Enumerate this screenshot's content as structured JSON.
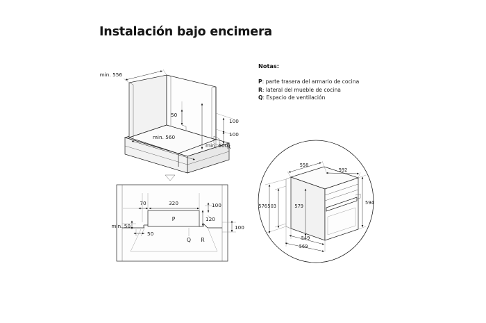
{
  "page": {
    "title": "Instalación bajo encimera",
    "background_color": "#ffffff",
    "line_color": "#1e1e1e"
  },
  "notes": {
    "heading": "Notas:",
    "items": [
      {
        "key": "P",
        "text": ": parte trasera del armario de cocina"
      },
      {
        "key": "R",
        "text": ": lateral del mueble de cocina"
      },
      {
        "key": "Q",
        "text": ": Espacio de ventilación"
      }
    ]
  },
  "diagrams": {
    "cabinet_iso": {
      "name": "Cabinet niche isometric view",
      "dimensions": {
        "depth_min": "min. 556",
        "width_min": "min. 560",
        "height_min": "min. 600",
        "gap_top": "50",
        "vent_upper": "100",
        "vent_lower": "100",
        "side_label": "R"
      }
    },
    "cabinet_section": {
      "name": "Cabinet rear section view",
      "dimensions": {
        "left_offset": "70",
        "panel_width": "320",
        "panel_height": "120",
        "side_clearance_min": "min. 50",
        "base_offset": "50",
        "vent_right_top": "100",
        "vent_right_bottom": "100"
      },
      "labels": {
        "rear_panel": "P",
        "ventilation": "Q",
        "cabinet_side": "R"
      }
    },
    "oven_detail": {
      "name": "Oven unit detail in circular callout",
      "dimensions": {
        "top_depth": "558",
        "top_width": "592",
        "left_outer_height": "576",
        "left_inner_height": "503",
        "front_height": "579",
        "right_height": "594",
        "bottom_inner_width": "549",
        "bottom_outer_width": "569"
      }
    }
  }
}
